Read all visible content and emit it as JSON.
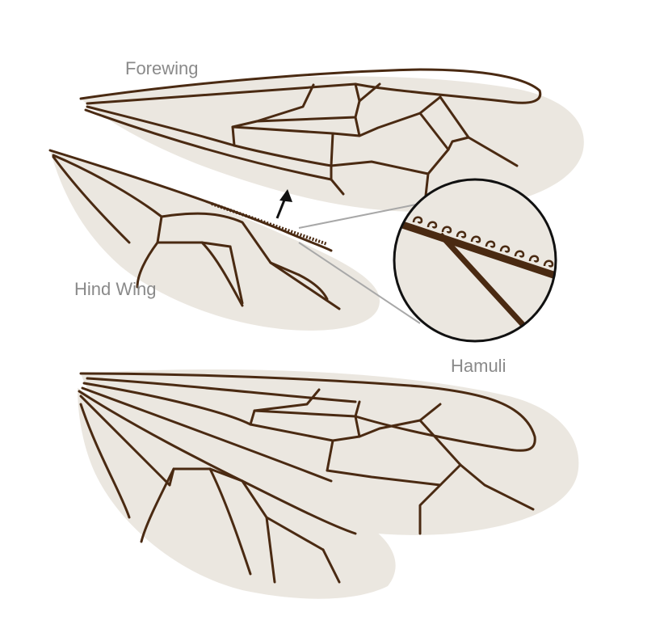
{
  "labels": {
    "forewing": "Forewing",
    "hind_wing": "Hind Wing",
    "hamuli": "Hamuli"
  },
  "colors": {
    "membrane": "#ebe7e0",
    "vein": "#4a2a12",
    "label": "#8a8a8a",
    "pointer_line": "#a8a8a8",
    "arrow": "#111111"
  }
}
